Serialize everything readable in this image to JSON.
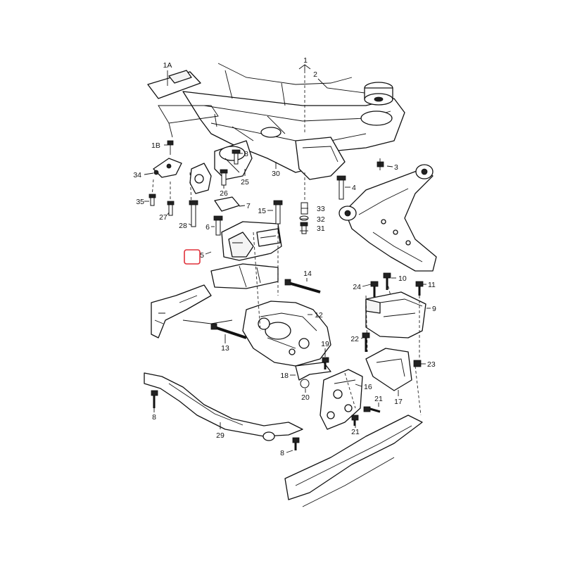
{
  "diagram": {
    "highlight_color": "#e0303a",
    "labels": {
      "l1": "1",
      "l2": "2",
      "l1A": "1A",
      "l1B": "1B",
      "l3": "3",
      "l4": "4",
      "l5": "5",
      "l6": "6",
      "l7": "7",
      "l8a": "8",
      "l8b": "8",
      "l8c": "8",
      "l9": "9",
      "l10": "10",
      "l11": "11",
      "l12": "12",
      "l13": "13",
      "l14": "14",
      "l15": "15",
      "l16": "16",
      "l17": "17",
      "l18": "18",
      "l19": "19",
      "l20": "20",
      "l21a": "21",
      "l21b": "21",
      "l22": "22",
      "l23": "23",
      "l24": "24",
      "l25": "25",
      "l26": "26",
      "l27": "27",
      "l28": "28",
      "l29": "29",
      "l30": "30",
      "l31": "31",
      "l32": "32",
      "l33": "33",
      "l34": "34",
      "l35": "35"
    }
  }
}
